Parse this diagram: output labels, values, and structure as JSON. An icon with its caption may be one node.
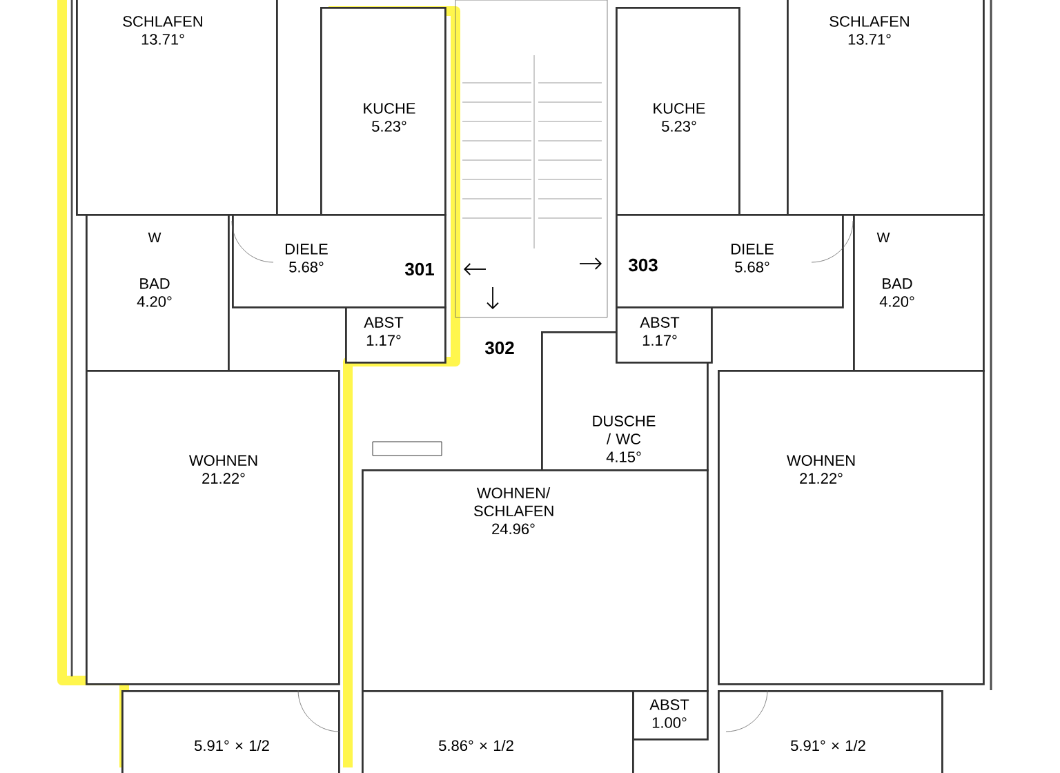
{
  "diagram": {
    "nodes": [
      {
        "text": [
          "SCHLAFEN",
          "13.71°"
        ]
      },
      {
        "text": [
          "KUCHE",
          "5.23°"
        ]
      },
      {
        "text": [
          "DIELE",
          "5.68°"
        ]
      },
      {
        "text": [
          "BAD",
          "4.20°"
        ]
      },
      {
        "text": [
          "ABST",
          "1.17°"
        ]
      },
      {
        "text": [
          "WOHNEN",
          "21.22°"
        ]
      },
      {
        "text": [
          "5.91° × 1/2"
        ]
      },
      {
        "text": [
          "DUSCHE / WC",
          "4.15°"
        ]
      },
      {
        "text": [
          "WOHNEN/ SCHLAFEN",
          "24.96°"
        ]
      },
      {
        "text": [
          "ABST",
          "1.00°"
        ]
      },
      {
        "text": [
          "5.86° × 1/2"
        ]
      },
      {
        "text": [
          "KUCHE",
          "5.23°"
        ]
      },
      {
        "text": [
          "SCHLAFEN",
          "13.71°"
        ]
      },
      {
        "text": [
          "DIELE",
          "5.68°"
        ]
      },
      {
        "text": [
          "BAD",
          "4.20°"
        ]
      },
      {
        "text": [
          "ABST",
          "1.17°"
        ]
      },
      {
        "text": [
          "WOHNEN",
          "21.22°"
        ]
      },
      {
        "text": [
          "5.91° × 1/2"
        ]
      }
    ],
    "labels": [
      "W",
      "301",
      "302",
      "303",
      "W"
    ]
  }
}
